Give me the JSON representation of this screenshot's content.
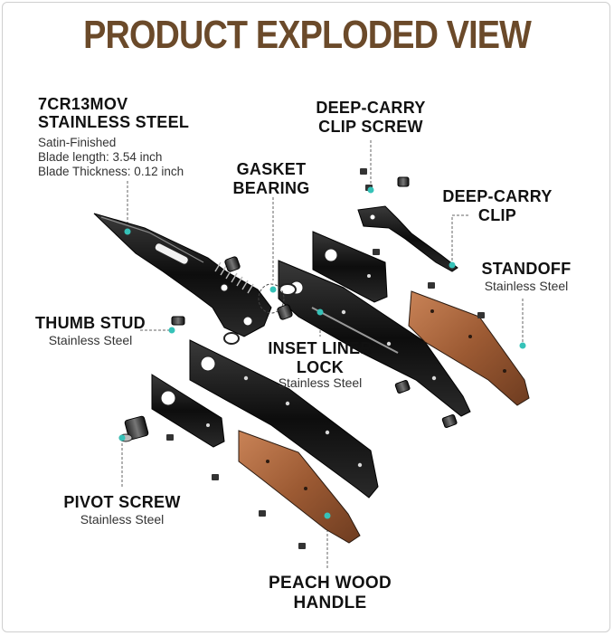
{
  "title": "PRODUCT EXPLODED VIEW",
  "colors": {
    "title": "#6b4a2a",
    "accent": "#36c2b8",
    "wood": "#b36a3c",
    "steel": "#1a1a1a"
  },
  "labels": {
    "blade": {
      "title_1": "7CR13MOV",
      "title_2": "STAINLESS STEEL",
      "spec_1": "Satin-Finished",
      "spec_2": "Blade length:  3.54 inch",
      "spec_3": "Blade Thickness:  0.12 inch"
    },
    "clip_screw": {
      "line_1": "DEEP-CARRY",
      "line_2": "CLIP SCREW"
    },
    "gasket": {
      "line_1": "GASKET",
      "line_2": "BEARING"
    },
    "clip": {
      "line_1": "DEEP-CARRY",
      "line_2": "CLIP"
    },
    "standoff": {
      "title": "STANDOFF",
      "material": "Stainless Steel"
    },
    "thumb_stud": {
      "title": "THUMB STUD",
      "material": "Stainless Steel"
    },
    "liner_lock": {
      "line_1": "INSET LINER",
      "line_2": "LOCK",
      "material": "Stainless Steel"
    },
    "pivot_screw": {
      "title": "PIVOT SCREW",
      "material": "Stainless Steel"
    },
    "handle": {
      "line_1": "PEACH WOOD",
      "line_2": "HANDLE"
    }
  }
}
